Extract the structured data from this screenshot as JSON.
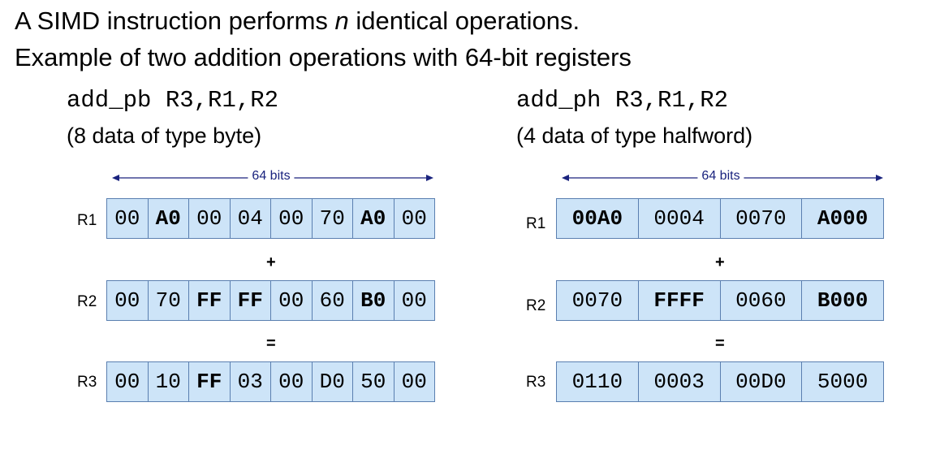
{
  "title": {
    "line1_before": "A SIMD instruction performs ",
    "line1_var": "n",
    "line1_after": " identical operations.",
    "line2": "Example of two addition operations with 64-bit registers"
  },
  "left": {
    "instruction": "add_pb R3,R1,R2",
    "note": "(8 data of type byte)",
    "width_label": "64 bits",
    "plus": "+",
    "equals": "=",
    "rows": [
      {
        "label": "R1",
        "cells": [
          "00",
          "A0",
          "00",
          "04",
          "00",
          "70",
          "A0",
          "00"
        ]
      },
      {
        "label": "R2",
        "cells": [
          "00",
          "70",
          "FF",
          "FF",
          "00",
          "60",
          "B0",
          "00"
        ]
      },
      {
        "label": "R3",
        "cells": [
          "00",
          "10",
          "FF",
          "03",
          "00",
          "D0",
          "50",
          "00"
        ]
      }
    ]
  },
  "right": {
    "instruction": "add_ph R3,R1,R2",
    "note": "(4 data of type halfword)",
    "width_label": "64 bits",
    "plus": "+",
    "equals": "=",
    "rows": [
      {
        "label": "R1",
        "cells": [
          "00A0",
          "0004",
          "0070",
          "A000"
        ]
      },
      {
        "label": "R2",
        "cells": [
          "0070",
          "FFFF",
          "0060",
          "B000"
        ]
      },
      {
        "label": "R3",
        "cells": [
          "0110",
          "0003",
          "00D0",
          "5000"
        ]
      }
    ]
  },
  "colors": {
    "cell_fill": "#cde4f8",
    "cell_border": "#5a7fb0",
    "dim_line": "#1a237e"
  }
}
